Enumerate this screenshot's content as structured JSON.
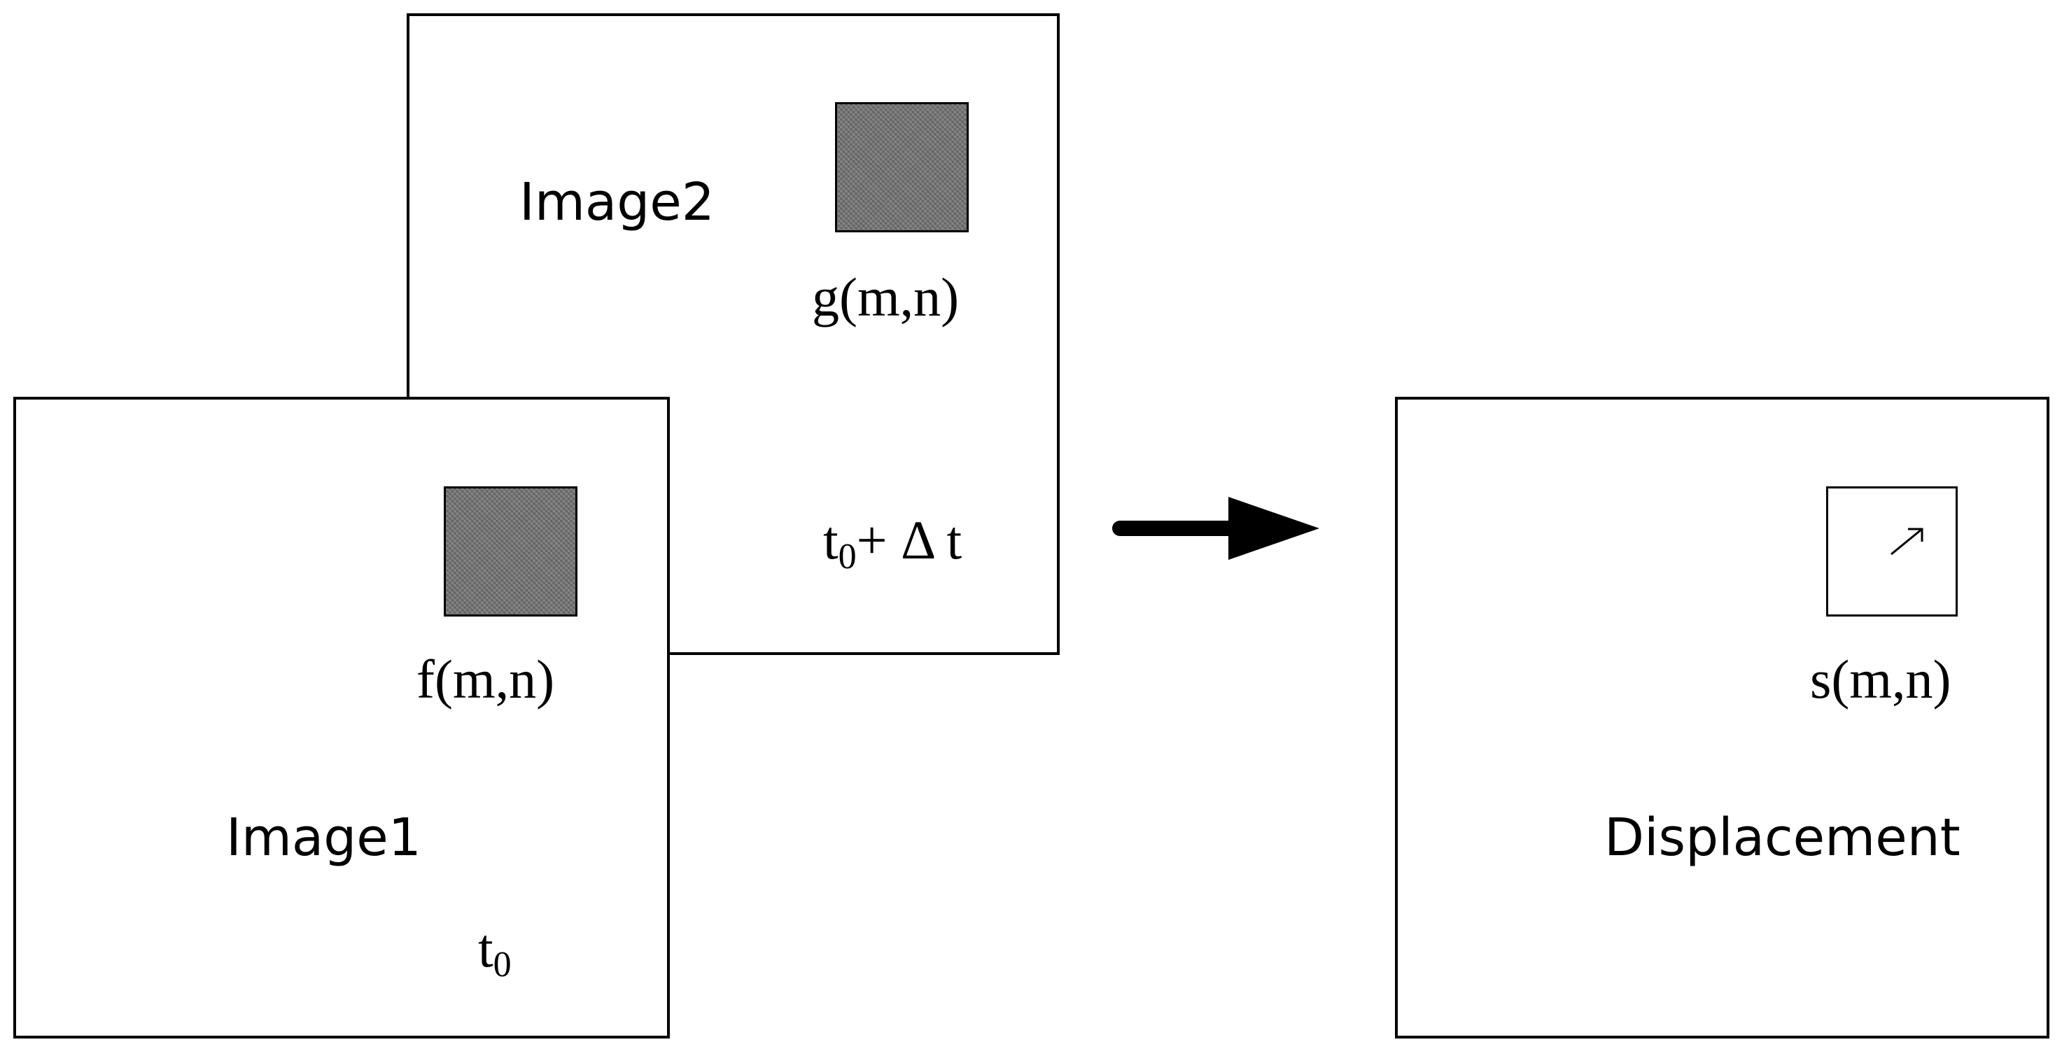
{
  "diagram": {
    "image2": {
      "title": "Image2",
      "function_label": "g(m,n)",
      "time_base": "t",
      "time_sub": "0",
      "time_suffix": "+ Δ t"
    },
    "image1": {
      "title": "Image1",
      "function_label": "f(m,n)",
      "time_base": "t",
      "time_sub": "0"
    },
    "displacement": {
      "title": "Displacement",
      "function_label": "s(m,n)"
    },
    "colors": {
      "outline": "#000000",
      "patch_fill": "#777777",
      "background": "#ffffff"
    }
  }
}
